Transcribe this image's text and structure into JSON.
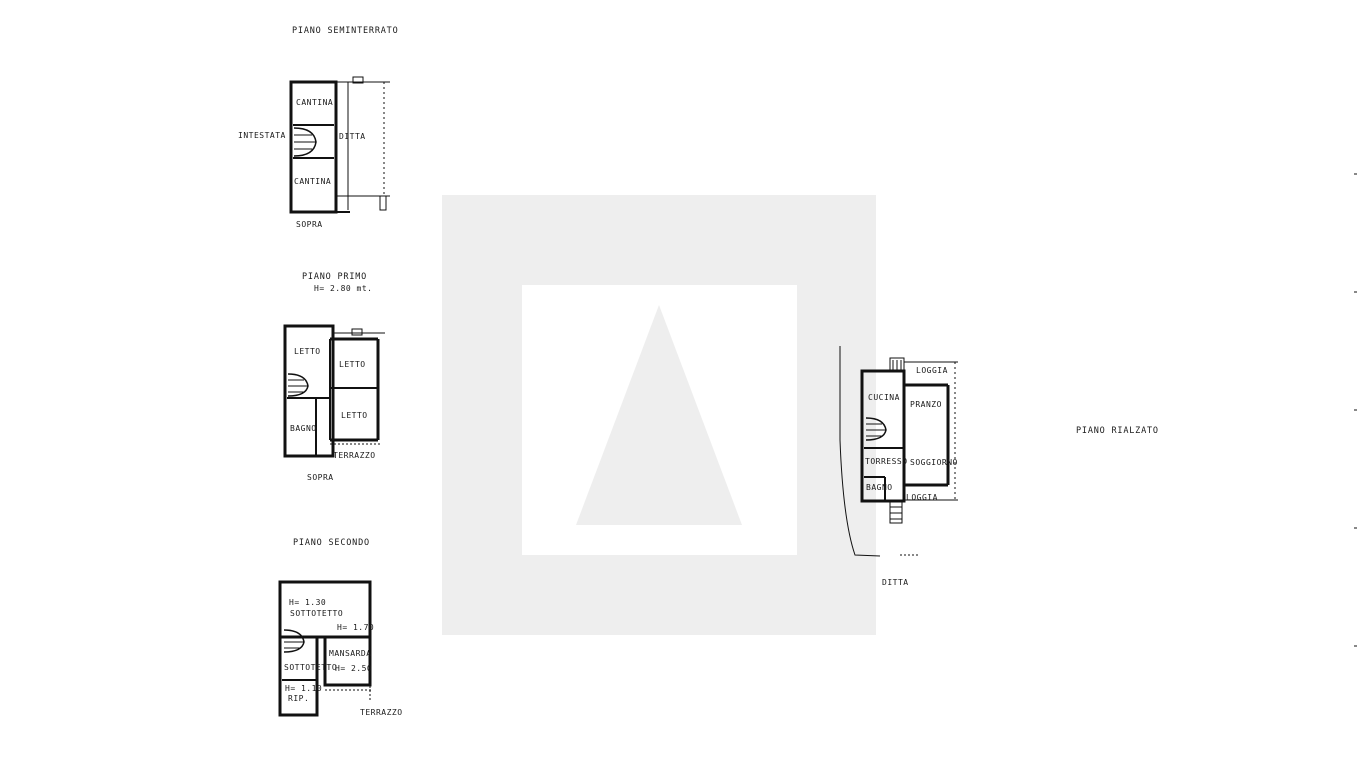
{
  "basement": {
    "title": "PIANO SEMINTERRATO",
    "room_top": "CANTINA",
    "room_bottom": "CANTINA",
    "left_label": "INTESTATA",
    "right_label": "DITTA",
    "bottom_label": "SOPRA"
  },
  "first": {
    "title": "PIANO PRIMO",
    "height": "H= 2.80 mt.",
    "room_a": "LETTO",
    "room_b": "LETTO",
    "room_c": "LETTO",
    "bath": "BAGNO",
    "terrace": "TERRAZZO",
    "bottom_label": "SOPRA"
  },
  "second": {
    "title": "PIANO SECONDO",
    "h_top": "H= 1.30",
    "attic_top": "SOTTOTETTO",
    "h_mid": "H= 1.70",
    "mansarda": "MANSARDA",
    "h_mansarda": "H= 2.50",
    "attic_left": "SOTTOTETTO",
    "h_rip": "H= 1.10",
    "rip": "RIP.",
    "terrace": "TERRAZZO"
  },
  "ground": {
    "title": "PIANO RIALZATO",
    "loggia_top": "LOGGIA",
    "kitchen": "CUCINA",
    "dining": "PRANZO",
    "ripostiglio": "TORRESSO",
    "living": "SOGGIORNO",
    "bath": "BAGNO",
    "loggia_bottom": "LOGGIA",
    "owner": "DITTA"
  }
}
